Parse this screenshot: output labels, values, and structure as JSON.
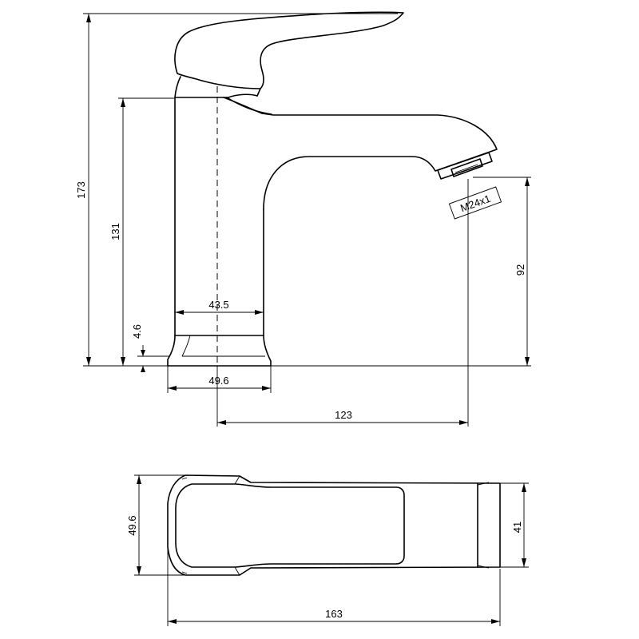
{
  "diagram": {
    "line_color": "#000000",
    "background": "#ffffff",
    "side_view": {
      "height_total": "173",
      "height_body": "131",
      "height_base": "4.6",
      "width_body": "43.5",
      "width_base": "49.6",
      "spout_height": "92",
      "spout_reach": "123",
      "aerator_thread": "M24x1"
    },
    "top_view": {
      "width_base": "49.6",
      "width_spout": "41",
      "length_total": "163"
    }
  }
}
